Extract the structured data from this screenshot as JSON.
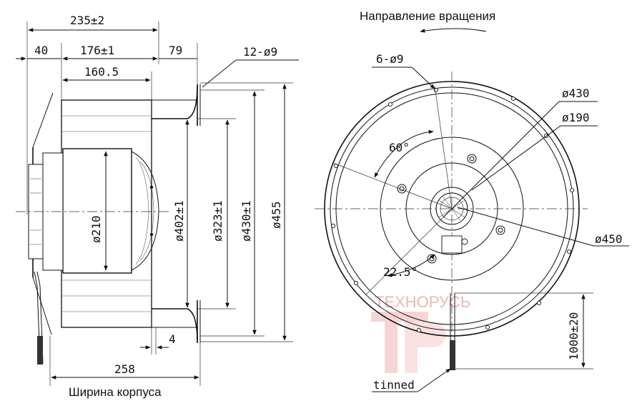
{
  "side_view": {
    "dims": {
      "overall_width": "235±2",
      "offset_left": "40",
      "inlet_width": "176±1",
      "offset_right": "79",
      "blade_width": "160.5",
      "bottom_width": "258",
      "step": "4",
      "hole_spec": "12-ø9",
      "motor_dia": "ø210",
      "d402": "ø402±1",
      "d323": "ø323±1",
      "d430": "ø430±1",
      "d455": "ø455"
    },
    "caption": "Ширина корпуса"
  },
  "front_view": {
    "rotation_label": "Направление вращения",
    "dims": {
      "hole_spec": "6-ø9",
      "d430": "ø430",
      "d190": "ø190",
      "angle_60": "60°",
      "angle_22": "22.5°",
      "d450": "ø450",
      "cable_length": "1000±20",
      "tinned": "tinned"
    }
  },
  "watermark": {
    "text": "ТЕХНОРУСЬ",
    "color": "#e8a0a0"
  }
}
